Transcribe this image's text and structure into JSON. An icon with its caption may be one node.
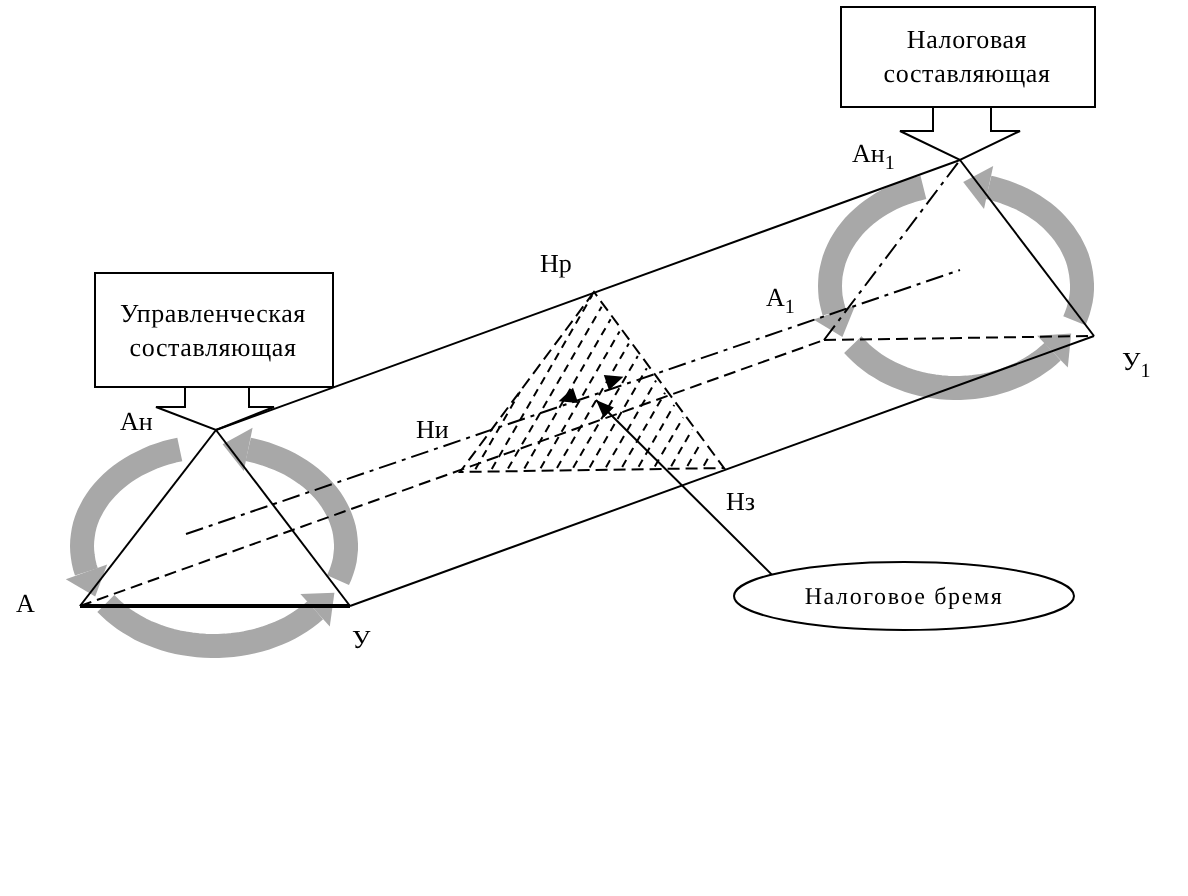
{
  "diagram": {
    "nodes": [
      {
        "text": [
          "Налоговая составляющая"
        ]
      },
      {
        "text": [
          "Управленческая составляющая"
        ]
      },
      {
        "text": [],
        "shape": "triangle",
        "beside": [
          "Нр",
          "Ни",
          "Нз"
        ]
      },
      {
        "text": [
          "Налоговое бремя"
        ]
      }
    ],
    "edges": [
      {
        "from": 3,
        "to": 2,
        "arrow": "to"
      }
    ],
    "labels": [
      "Ан$_{1}$",
      "А$_{1}$",
      "У$_{1}$",
      "Ан",
      "А",
      "У"
    ]
  }
}
